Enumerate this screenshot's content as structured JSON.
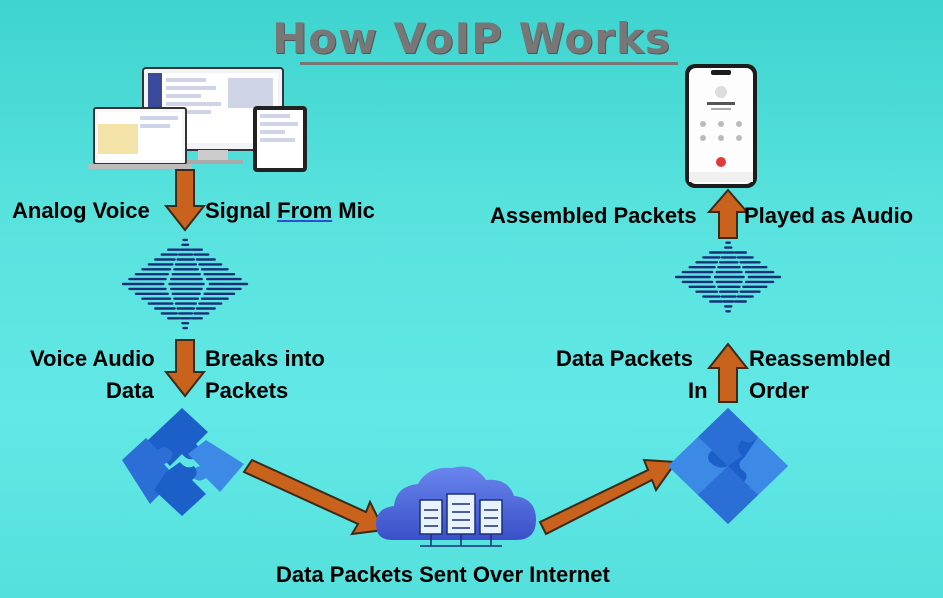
{
  "title": "How VoIP Works",
  "labels": {
    "analog_voice": "Analog Voice",
    "signal_prefix": "Signal ",
    "signal_from": "From",
    "signal_suffix": " Mic",
    "voice_audio": "Voice Audio",
    "data_left": "Data",
    "breaks_into": "Breaks into",
    "packets": "Packets",
    "sent_over_internet": "Data Packets Sent Over Internet",
    "data_packets": "Data Packets",
    "in": "In",
    "reassembled": "Reassembled",
    "order": "Order",
    "assembled_packets": "Assembled Packets",
    "played_as_audio": "Played as Audio"
  },
  "colors": {
    "arrow_fill": "#c8621c",
    "arrow_stroke": "#3a2a1a",
    "wave": "#1a2f7a",
    "puzzle_dark": "#1c5fc8",
    "puzzle_light": "#3d8ae6",
    "cloud": "#4b63d8"
  },
  "icons": [
    "computer-devices-icon",
    "audio-wave-icon",
    "puzzle-pieces-icon",
    "cloud-server-icon",
    "smartphone-icon"
  ]
}
